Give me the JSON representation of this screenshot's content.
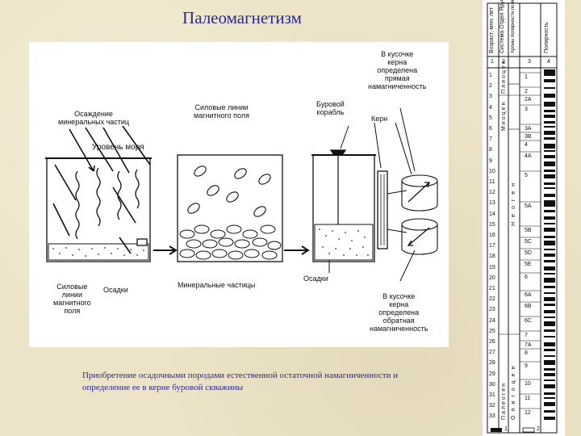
{
  "title": "Палеомагнетизм",
  "figure": {
    "labels": {
      "deposition": "Осаждение\nминеральных частиц",
      "sea_level": "Уровень моря",
      "field_lines_left": "Силовые\nлинии\nмагнитного\nполя",
      "sediments_left": "Осадки",
      "field_lines_mid": "Силовые линии\nмагнитного поля",
      "mineral_particles": "Минеральные частицы",
      "drill_ship": "Буровой\nкорабль",
      "core": "Керн",
      "normal_magnetization": "В кусочке\nкерна\nопределена\nпрямая\nнамагниченность",
      "sediments_right": "Осадки",
      "reverse_magnetization": "В кусочке\nкерна\nопределена\nобратная\nнамагниченность"
    }
  },
  "caption": "Приобретение осадочными породами естественной остаточной намагниченности и определение ее в керне буровой скважины",
  "scale": {
    "headers": [
      "Возраст, млн. лет",
      "Система Отдел Ярус",
      "Хроны полярности по магнитным аномалиям",
      "Полярность"
    ],
    "header_numbers": [
      "1",
      "2",
      "3",
      "4"
    ],
    "ages": [
      "1",
      "2",
      "3",
      "4",
      "5",
      "6",
      "7",
      "8",
      "9",
      "10",
      "11",
      "12",
      "13",
      "14",
      "15",
      "16",
      "17",
      "18",
      "19",
      "20",
      "21",
      "22",
      "23",
      "24",
      "25",
      "26",
      "27",
      "28",
      "29",
      "30",
      "31",
      "32",
      "33"
    ],
    "eras": [
      "Плиоцен",
      "Миоцен",
      "Неоген",
      "Олигоцен",
      "Палеоген"
    ],
    "chrons": [
      "1",
      "2",
      "2A",
      "3",
      "3A",
      "3B",
      "4",
      "4A",
      "5",
      "5A",
      "5B",
      "5C",
      "5D",
      "5E",
      "6",
      "6A",
      "6B",
      "6C",
      "7",
      "7A",
      "8",
      "9",
      "10",
      "11",
      "12"
    ],
    "legend": [
      "1",
      "2"
    ]
  }
}
